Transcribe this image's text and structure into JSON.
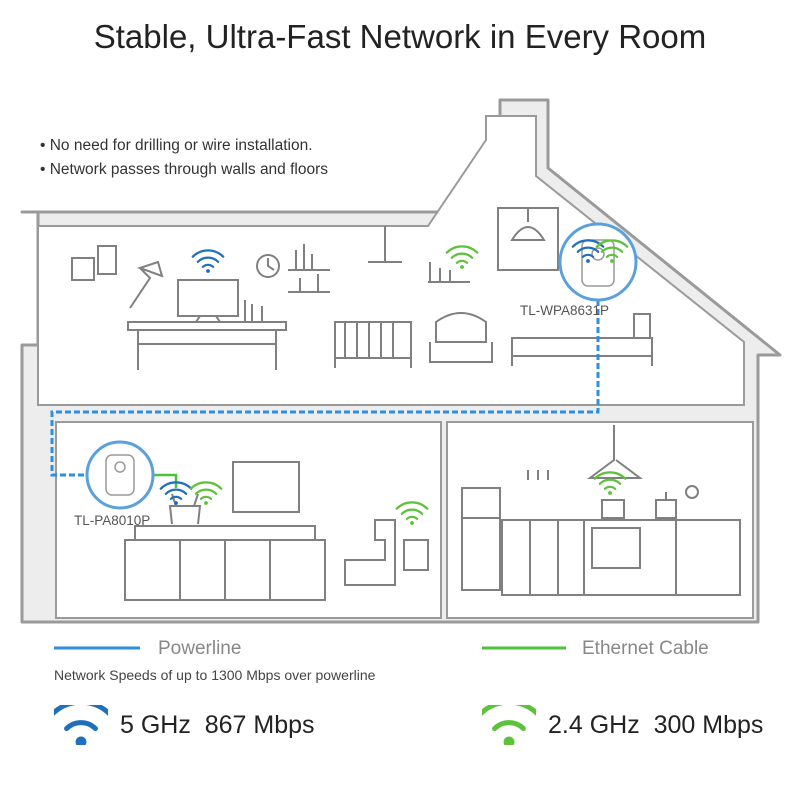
{
  "title": "Stable, Ultra-Fast Network in Every Room",
  "bullets": [
    "No need for drilling or wire installation.",
    "Network passes through walls and floors"
  ],
  "devices": {
    "upstairs_label": "TL-WPA8631P",
    "downstairs_label": "TL-PA8010P"
  },
  "legend": {
    "powerline": "Powerline",
    "ethernet": "Ethernet Cable",
    "speed_note": "Network Speeds of up to 1300 Mbps over powerline"
  },
  "bands": [
    {
      "label": "5 GHz  867 Mbps",
      "color": "#1f6fbf"
    },
    {
      "label": "2.4 GHz  300 Mbps",
      "color": "#5cc23a"
    }
  ],
  "colors": {
    "powerline": "#2e8ee0",
    "ethernet": "#4cc23a",
    "house_outline": "#9a9a9a",
    "house_fill": "#ededed",
    "furniture": "#808080"
  }
}
